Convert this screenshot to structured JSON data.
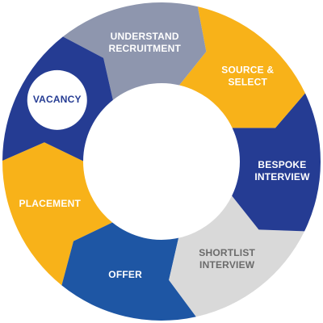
{
  "segments": [
    {
      "id": "vacancy",
      "lines": [
        "VACANCY"
      ],
      "color": "#253C93",
      "text_color": "#253C93"
    },
    {
      "id": "understand",
      "lines": [
        "UNDERSTAND",
        "RECRUITMENT"
      ],
      "color": "#8E96AE",
      "text_color": "#ffffff"
    },
    {
      "id": "source",
      "lines": [
        "SOURCE &",
        "SELECT"
      ],
      "color": "#F8B219",
      "text_color": "#ffffff"
    },
    {
      "id": "bespoke",
      "lines": [
        "BESPOKE",
        "INTERVIEW"
      ],
      "color": "#253C93",
      "text_color": "#ffffff"
    },
    {
      "id": "shortlist",
      "lines": [
        "SHORTLIST",
        "INTERVIEW"
      ],
      "color": "#D9D9D9",
      "text_color": "#6B6B6B"
    },
    {
      "id": "offer",
      "lines": [
        "OFFER"
      ],
      "color": "#1E56A4",
      "text_color": "#ffffff"
    },
    {
      "id": "placement",
      "lines": [
        "PLACEMENT"
      ],
      "color": "#F8B219",
      "text_color": "#ffffff"
    }
  ],
  "colors": {
    "background": "#ffffff",
    "vacancy_circle_fill": "#ffffff"
  }
}
